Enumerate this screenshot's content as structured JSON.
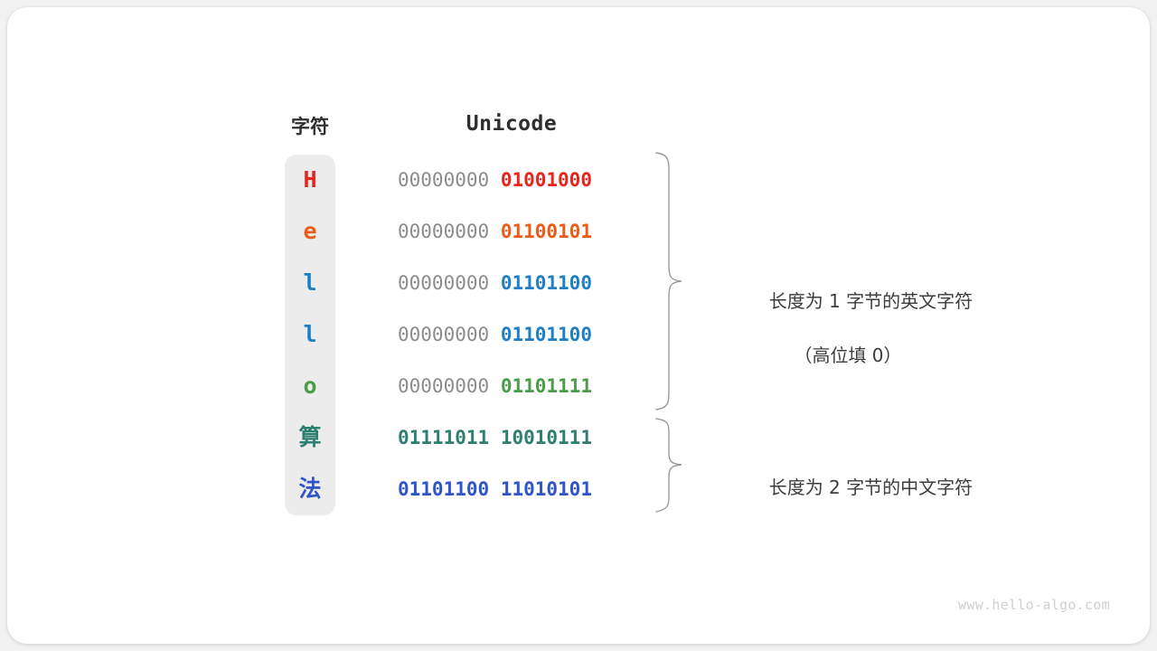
{
  "watermark": "www.hello-algo.com",
  "headers": {
    "character": "字符",
    "unicode": "Unicode"
  },
  "colors": {
    "page_background": "#f2f2f2",
    "card_background": "#ffffff",
    "pill_background": "#ececec",
    "high_bits_gray": "#8c8c8c",
    "header_text": "#2e2e2e",
    "annotation_text": "#3c3c3c",
    "brace_stroke": "#999999",
    "watermark_text": "#cfcfcf",
    "red": "#e8241c",
    "orange": "#ec5c18",
    "blue": "#1f7fc4",
    "green": "#4a9c4a",
    "teal": "#2e7f71",
    "indigo": "#2f55c8"
  },
  "rows": [
    {
      "char": "H",
      "script": "latin",
      "color": "#e8241c",
      "high_bits": "00000000",
      "low_bits": "01001000",
      "bytes": 1
    },
    {
      "char": "e",
      "script": "latin",
      "color": "#ec5c18",
      "high_bits": "00000000",
      "low_bits": "01100101",
      "bytes": 1
    },
    {
      "char": "l",
      "script": "latin",
      "color": "#1f7fc4",
      "high_bits": "00000000",
      "low_bits": "01101100",
      "bytes": 1
    },
    {
      "char": "l",
      "script": "latin",
      "color": "#1f7fc4",
      "high_bits": "00000000",
      "low_bits": "01101100",
      "bytes": 1
    },
    {
      "char": "o",
      "script": "latin",
      "color": "#4a9c4a",
      "high_bits": "00000000",
      "low_bits": "01101111",
      "bytes": 1
    },
    {
      "char": "算",
      "script": "cjk",
      "color": "#2e7f71",
      "high_bits": "01111011",
      "low_bits": "10010111",
      "bytes": 2
    },
    {
      "char": "法",
      "script": "cjk",
      "color": "#2f55c8",
      "high_bits": "01101100",
      "low_bits": "11010101",
      "bytes": 2
    }
  ],
  "annotations": [
    {
      "line1": "长度为 1 字节的英文字符",
      "line2": "（高位填 0）"
    },
    {
      "line1": "长度为 2 字节的中文字符",
      "line2": ""
    }
  ]
}
